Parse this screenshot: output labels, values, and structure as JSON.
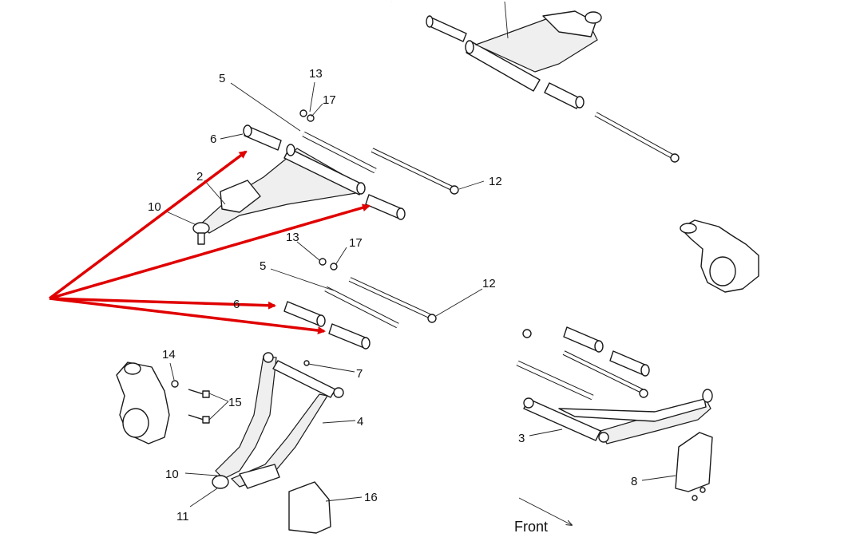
{
  "callouts": {
    "c2": "2",
    "c3": "3",
    "c4": "4",
    "c5a": "5",
    "c5b": "5",
    "c6a": "6",
    "c6b": "6",
    "c7": "7",
    "c8": "8",
    "c10a": "10",
    "c10b": "10",
    "c11": "11",
    "c12a": "12",
    "c12b": "12",
    "c13a": "13",
    "c13b": "13",
    "c14": "14",
    "c15": "15",
    "c16": "16",
    "c17a": "17",
    "c17b": "17"
  },
  "front_label": "Front",
  "colors": {
    "arrow": "#e00000",
    "line": "#1a1a1a",
    "background": "#ffffff"
  }
}
